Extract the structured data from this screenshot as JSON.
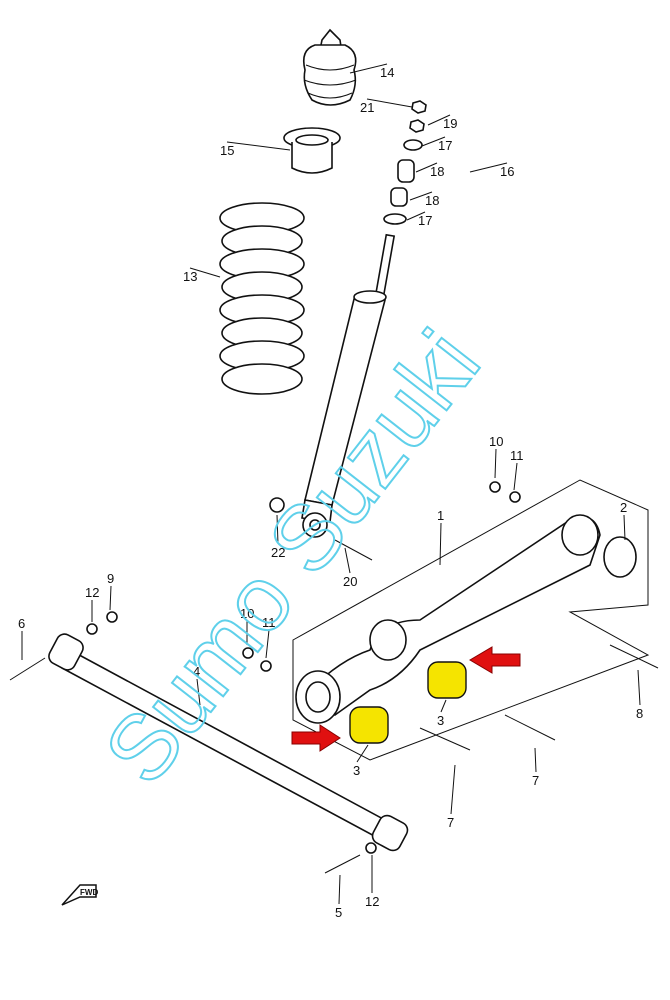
{
  "diagram": {
    "callouts": [
      "14",
      "21",
      "19",
      "17",
      "18",
      "16",
      "18",
      "17",
      "15",
      "13",
      "10",
      "11",
      "1",
      "2",
      "22",
      "20",
      "12",
      "9",
      "6",
      "10",
      "11",
      "4",
      "3",
      "3",
      "8",
      "7",
      "7",
      "5",
      "12"
    ],
    "fwd_label": "FWD",
    "watermark": "Sumo Suzuki",
    "colors": {
      "bushing": "#f5e400",
      "arrow": "#e01010",
      "watermark": "#5fd0ea"
    }
  }
}
